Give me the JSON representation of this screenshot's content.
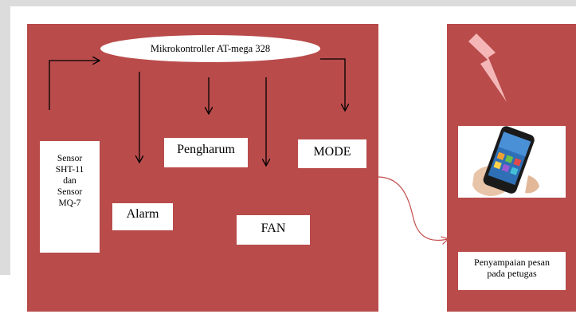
{
  "colors": {
    "panel": "#b94b4b",
    "box": "#ffffff",
    "arrow": "#000000",
    "connector": "#c24b4b",
    "lightning": "#f4b6b6",
    "background_gray": "#dcdcdc"
  },
  "controller": {
    "label": "Mikrokontroller AT-mega 328"
  },
  "sensor": {
    "lines": [
      "Sensor",
      "SHT-11",
      "dan",
      "Sensor",
      "MQ-7"
    ]
  },
  "outputs": {
    "alarm": "Alarm",
    "pengharum": "Pengharum",
    "fan": "FAN",
    "mode": "MODE"
  },
  "receiver": {
    "lines": [
      "Penyampaian pesan",
      "pada petugas"
    ]
  },
  "icons": {
    "signal": "lightning-icon",
    "phone": "smartphone-image"
  }
}
